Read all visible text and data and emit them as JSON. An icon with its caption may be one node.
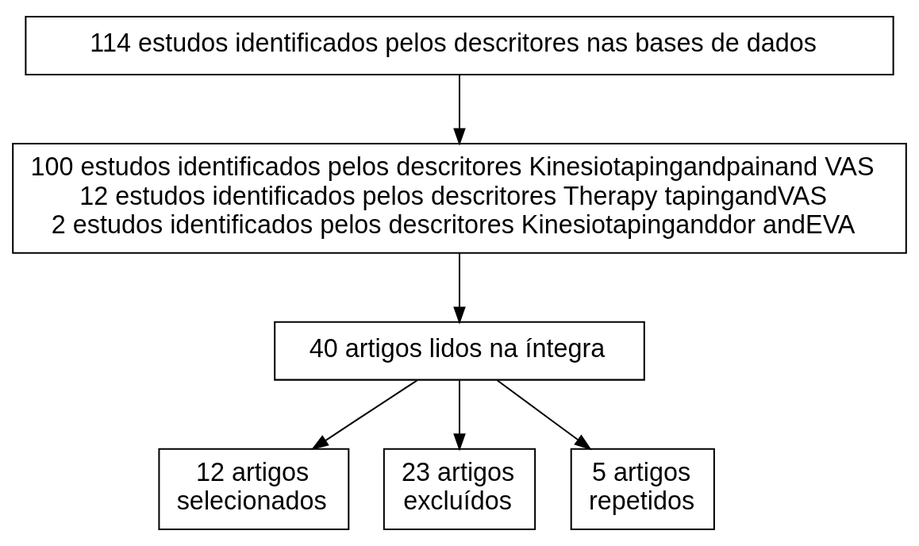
{
  "diagram": {
    "nodes": [
      {
        "text": [
          "114 estudos identificados pelos descritores nas bases de dados"
        ]
      },
      {
        "text": [
          "100 estudos identificados pelos descritores Kinesiotapingandpainand VAS",
          "12 estudos identificados pelos descritores Therapy tapingandVAS",
          "2 estudos identificados pelos descritores Kinesiotapinganddor andEVA"
        ]
      },
      {
        "text": [
          "40 artigos lidos na íntegra"
        ]
      },
      {
        "text": [
          "12 artigos selecionados"
        ]
      },
      {
        "text": [
          "23 artigos excluídos"
        ]
      },
      {
        "text": [
          "5 artigos repetidos"
        ]
      }
    ],
    "edges": [
      {
        "from": 0,
        "to": 1,
        "arrow": "to"
      },
      {
        "from": 1,
        "to": 2,
        "arrow": "to"
      },
      {
        "from": 2,
        "to": 3,
        "arrow": "to"
      },
      {
        "from": 2,
        "to": 4,
        "arrow": "to"
      },
      {
        "from": 2,
        "to": 5,
        "arrow": "to"
      }
    ]
  }
}
